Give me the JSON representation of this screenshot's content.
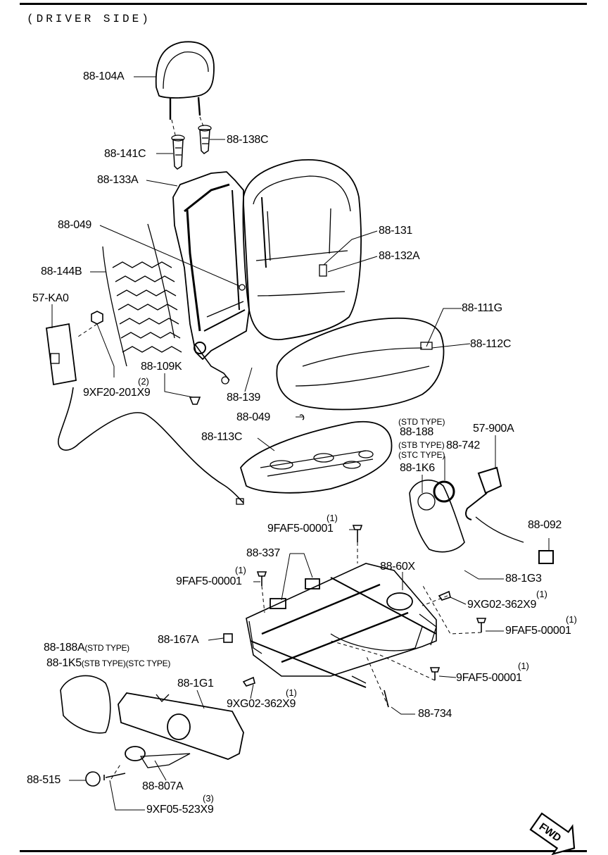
{
  "header": {
    "title": "(DRIVER SIDE)"
  },
  "labels": {
    "l104A": "88-104A",
    "l141C": "88-141C",
    "l138C": "88-138C",
    "l133A": "88-133A",
    "l049a": "88-049",
    "l131": "88-131",
    "l132A": "88-132A",
    "l144B": "88-144B",
    "l57KA0": "57-KA0",
    "l111G": "88-111G",
    "l112C": "88-112C",
    "l109K": "88-109K",
    "l9XF20": "9XF20-201X9",
    "l139": "88-139",
    "l049b": "88-049",
    "l113C": "88-113C",
    "l188": "88-188",
    "l742": "88-742",
    "l1K6": "88-1K6",
    "l900A": "57-900A",
    "l092": "88-092",
    "l9FAF5a": "9FAF5-00001",
    "l337": "88-337",
    "l60X": "88-60X",
    "l9FAF5b": "9FAF5-00001",
    "l1G3": "88-1G3",
    "l9XG02a": "9XG02-362X9",
    "l9FAF5c": "9FAF5-00001",
    "l167A": "88-167A",
    "l188A": "88-188A",
    "l1K5": "88-1K5",
    "l1G1": "88-1G1",
    "l9XG02b": "9XG02-362X9",
    "l9FAF5d": "9FAF5-00001",
    "l734": "88-734",
    "l515": "88-515",
    "l807A": "88-807A",
    "l9XF05": "9XF05-523X9"
  },
  "small_labels": {
    "std_type": "(STD TYPE)",
    "stb_type": "(STB TYPE)",
    "stc_type": "(STC TYPE)",
    "std_type_b": "(STD TYPE)",
    "stb_stc_type": "(STB TYPE)(STC TYPE)"
  },
  "quantities": {
    "q9XF20": "(2)",
    "q9FAF5a": "(1)",
    "q9FAF5b": "(1)",
    "q9XG02a": "(1)",
    "q9FAF5c": "(1)",
    "q9XG02b": "(1)",
    "q9FAF5d": "(1)",
    "q9XF05": "(3)"
  },
  "fwd_badge": "FWD"
}
